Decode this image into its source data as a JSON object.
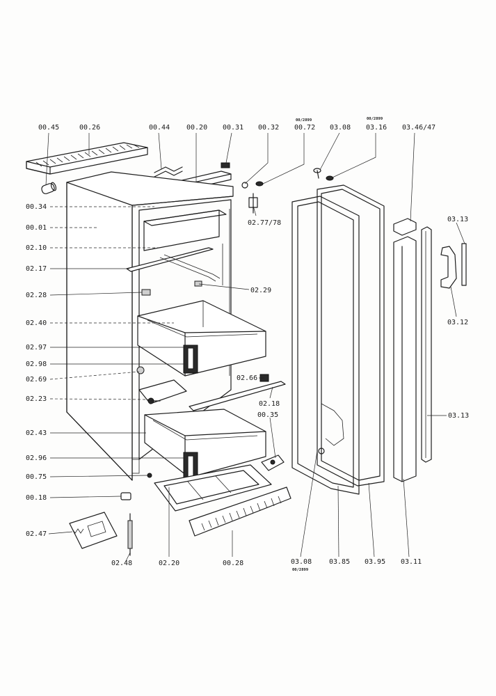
{
  "diagram": {
    "labels": {
      "l_0045": "00.45",
      "l_0026": "00.26",
      "l_0044": "00.44",
      "l_0020": "00.20",
      "l_0031": "00.31",
      "l_0032": "00.32",
      "l_0072_note": "00/2899",
      "l_0072": "00.72",
      "l_0308_top": "03.08",
      "l_0316_note": "00/2899",
      "l_0316": "03.16",
      "l_0346": "03.46/47",
      "l_0034": "00.34",
      "l_0001": "00.01",
      "l_0210": "02.10",
      "l_0217": "02.17",
      "l_0228": "02.28",
      "l_0240": "02.40",
      "l_0297": "02.97",
      "l_0298": "02.98",
      "l_0269": "02.69",
      "l_0223": "02.23",
      "l_0243": "02.43",
      "l_0296": "02.96",
      "l_0075": "00.75",
      "l_0018": "00.18",
      "l_0247": "02.47",
      "l_0248": "02.48",
      "l_0220": "02.20",
      "l_0028": "00.28",
      "l_0277": "02.77/78",
      "l_0229": "02.29",
      "l_0266": "02.66",
      "l_0218": "02.18",
      "l_0035": "00.35",
      "l_0313_top": "03.13",
      "l_0312": "03.12",
      "l_0313_mid": "03.13",
      "l_0308_bottom": "03.08",
      "l_0308_bottom_note": "00/2899",
      "l_0385": "03.85",
      "l_0395": "03.95",
      "l_0311": "03.11"
    }
  }
}
